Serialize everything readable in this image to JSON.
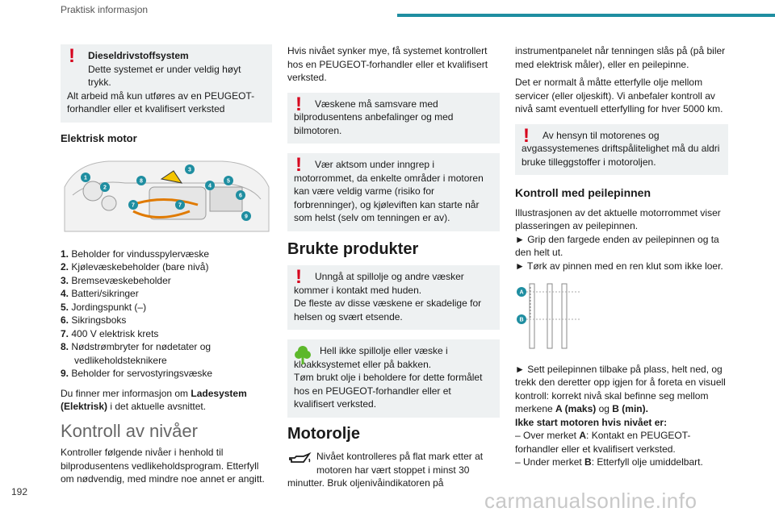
{
  "header": {
    "title": "Praktisk informasjon"
  },
  "page_number": "192",
  "watermark": "carmanualsonline.info",
  "colors": {
    "accent": "#1f8ea1",
    "warning": "#d6001c",
    "eco": "#5cb82a",
    "box_bg": "#eef1f2"
  },
  "col1": {
    "diesel_box": {
      "title": "Dieseldrivstoffsystem",
      "line1": "Dette systemet er under veldig høyt trykk.",
      "line2": "Alt arbeid må kun utføres av en PEUGEOT-forhandler eller et kvalifisert verksted"
    },
    "electric_heading": "Elektrisk motor",
    "engine_labels": [
      "1",
      "2",
      "3",
      "4",
      "5",
      "6",
      "7",
      "7",
      "8",
      "9"
    ],
    "list": [
      {
        "num": "1.",
        "text": "Beholder for vindusspylervæske"
      },
      {
        "num": "2.",
        "text": "Kjølevæskebeholder (bare nivå)"
      },
      {
        "num": "3.",
        "text": "Bremsevæskebeholder"
      },
      {
        "num": "4.",
        "text": "Batteri/sikringer"
      },
      {
        "num": "5.",
        "text": "Jordingspunkt (–)"
      },
      {
        "num": "6.",
        "text": "Sikringsboks"
      },
      {
        "num": "7.",
        "text": "400 V elektrisk krets"
      },
      {
        "num": "8.",
        "text": "Nødstrømbryter for nødetater og vedlikeholdsteknikere"
      },
      {
        "num": "9.",
        "text": "Beholder for servostyringsvæske"
      }
    ],
    "more_info_pre": "Du finner mer informasjon om ",
    "more_info_bold": "Ladesystem (Elektrisk)",
    "more_info_post": " i det aktuelle avsnittet.",
    "levels_heading": "Kontroll av nivåer",
    "levels_text": "Kontroller følgende nivåer i henhold til bilprodusentens vedlikeholdsprogram. Etterfyll om nødvendig, med mindre noe annet er angitt."
  },
  "col2": {
    "intro": "Hvis nivået synker mye, få systemet kontrollert hos en PEUGEOT-forhandler eller et kvalifisert verksted.",
    "warn1": "Væskene må samsvare med bilprodusentens anbefalinger og med bilmotoren.",
    "warn2": "Vær aktsom under inngrep i motorrommet, da enkelte områder i motoren kan være veldig varme (risiko for forbrenninger), og kjøleviften kan starte når som helst (selv om tenningen er av).",
    "used_heading": "Brukte produkter",
    "warn3": "Unngå at spillolje og andre væsker kommer i kontakt med huden.",
    "warn3b": "De fleste av disse væskene er skadelige for helsen og svært etsende.",
    "eco": "Hell ikke spillolje eller væske i kloakksystemet eller på bakken.",
    "eco_b": "Tøm brukt olje i beholdere for dette formålet hos en PEUGEOT-forhandler eller et kvalifisert verksted.",
    "oil_heading": "Motorolje",
    "oil_text": "Nivået kontrolleres på flat mark etter at motoren har vært stoppet i minst 30 minutter. Bruk oljenivåindikatoren på"
  },
  "col3": {
    "cont": "instrumentpanelet når tenningen slås på (på biler med elektrisk måler), eller en peilepinne.",
    "normal": "Det er normalt å måtte etterfylle olje mellom servicer (eller oljeskift). Vi anbefaler kontroll av nivå samt eventuell etterfylling for hver 5000 km.",
    "warn": "Av hensyn til motorenes og avgassystemenes driftspålitelighet må du aldri bruke tilleggstoffer i motoroljen.",
    "dip_heading": "Kontroll med peilepinnen",
    "dip_intro": "Illustrasjonen av det aktuelle motorrommet viser plasseringen av peilepinnen.",
    "step1": "► Grip den fargede enden av peilepinnen og ta den helt ut.",
    "step2": "► Tørk av pinnen med en ren klut som ikke loer.",
    "marks": {
      "a": "A",
      "b": "B"
    },
    "step3_pre": "► Sett peilepinnen tilbake på plass, helt ned, og trekk den deretter opp igjen for å foreta en visuell kontroll: korrekt nivå skal befinne seg mellom merkene ",
    "step3_a": "A (maks)",
    "step3_mid": " og ",
    "step3_b": "B (min).",
    "nostart": "Ikke start motoren hvis nivået er:",
    "over_pre": "– Over merket ",
    "over_mark": "A",
    "over_post": ": Kontakt en PEUGEOT-forhandler eller et kvalifisert verksted.",
    "under_pre": "– Under merket ",
    "under_mark": "B",
    "under_post": ": Etterfyll olje umiddelbart."
  }
}
